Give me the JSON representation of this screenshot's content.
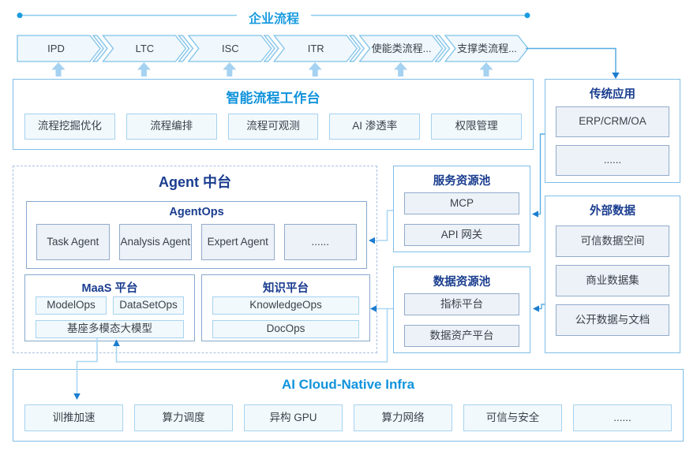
{
  "colors": {
    "bright_title": "#1193DC",
    "navy_title": "#1A3D8F",
    "enterprise_label": "#1B9CE0",
    "section_border": "#7FBEE8",
    "sub_border": "#86A8CE",
    "item_blue_border": "#A6D2EF",
    "item_blue_fill": "#F2F9FD",
    "item_slate_border": "#92ABCB",
    "item_slate_fill": "#EDF2F8",
    "chevron_fill": "#F0F8FD",
    "chevron_stroke": "#7FC2E8",
    "connector_mid": "#57ACE3",
    "connector_light": "#ABD7F3",
    "arrowhead_dark": "#1B7DD0",
    "up_arrow_fill": "#A5D2F1"
  },
  "top": {
    "label": "企业流程",
    "chevrons": [
      "IPD",
      "LTC",
      "ISC",
      "ITR",
      "使能类流程...",
      "支撑类流程..."
    ]
  },
  "workbench": {
    "title": "智能流程工作台",
    "items": [
      "流程挖掘优化",
      "流程编排",
      "流程可观测",
      "AI 渗透率",
      "权限管理"
    ]
  },
  "legacy": {
    "title": "传统应用",
    "items": [
      "ERP/CRM/OA",
      "......"
    ]
  },
  "agent_platform": {
    "title": "Agent 中台",
    "agentops": {
      "title": "AgentOps",
      "items": [
        "Task Agent",
        "Analysis Agent",
        "Expert Agent",
        "......"
      ]
    },
    "maas": {
      "title": "MaaS 平台",
      "row_items": [
        "ModelOps",
        "DataSetOps"
      ],
      "full_item": "基座多模态大模型"
    },
    "knowledge": {
      "title": "知识平台",
      "items": [
        "KnowledgeOps",
        "DocOps"
      ]
    }
  },
  "service_pool": {
    "title": "服务资源池",
    "items": [
      "MCP",
      "API 网关"
    ]
  },
  "data_pool": {
    "title": "数据资源池",
    "items": [
      "指标平台",
      "数据资产平台"
    ]
  },
  "external": {
    "title": "外部数据",
    "items": [
      "可信数据空间",
      "商业数据集",
      "公开数据与文档"
    ]
  },
  "infra": {
    "title": "AI Cloud-Native Infra",
    "items": [
      "训推加速",
      "算力调度",
      "异构 GPU",
      "算力网络",
      "可信与安全",
      "......"
    ]
  }
}
